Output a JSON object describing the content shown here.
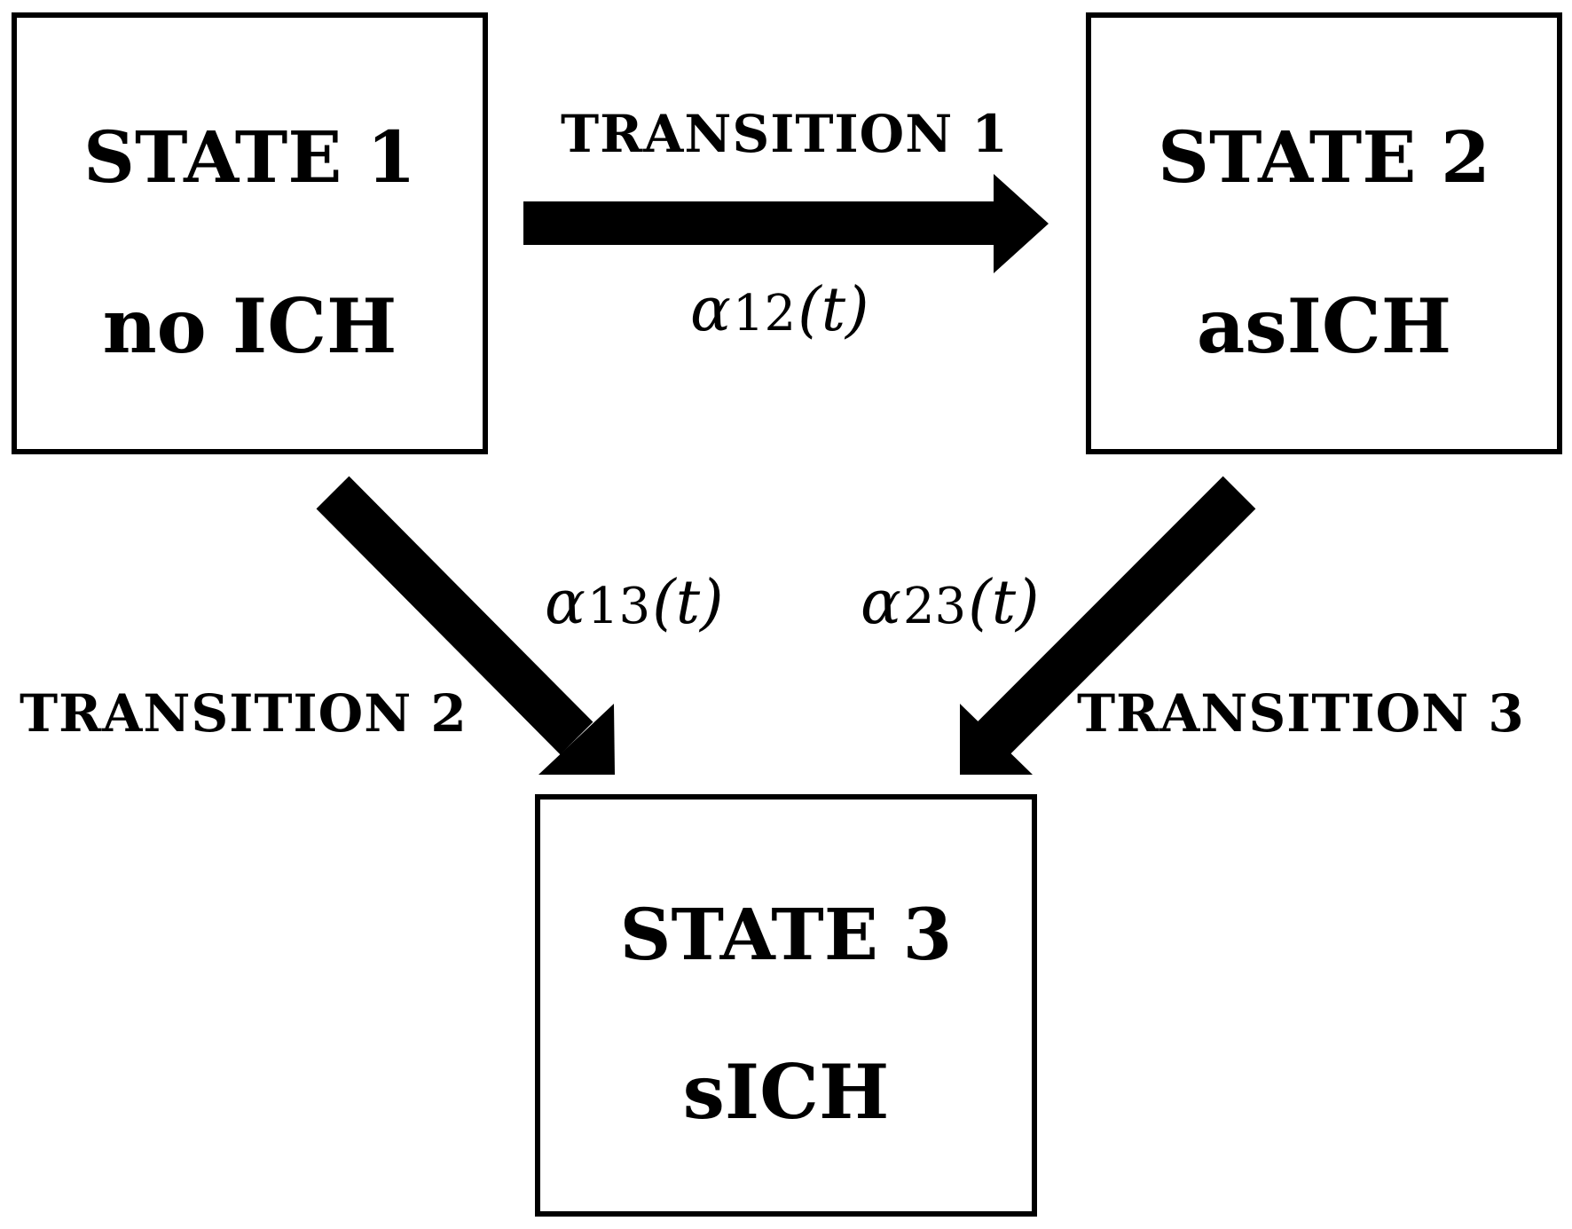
{
  "states": {
    "state1": {
      "title": "STATE 1",
      "name": "no ICH"
    },
    "state2": {
      "title": "STATE 2",
      "name": "asICH"
    },
    "state3": {
      "title": "STATE 3",
      "name": "sICH"
    }
  },
  "transitions": {
    "t1": {
      "label": "TRANSITION 1",
      "rate_symbol": "α",
      "rate_index": "12",
      "rate_arg": "(t)"
    },
    "t2": {
      "label": "TRANSITION 2",
      "rate_symbol": "α",
      "rate_index": "13",
      "rate_arg": "(t)"
    },
    "t3": {
      "label": "TRANSITION 3",
      "rate_symbol": "α",
      "rate_index": "23",
      "rate_arg": "(t)"
    }
  },
  "colors": {
    "ink": "#000000",
    "background": "#ffffff"
  }
}
